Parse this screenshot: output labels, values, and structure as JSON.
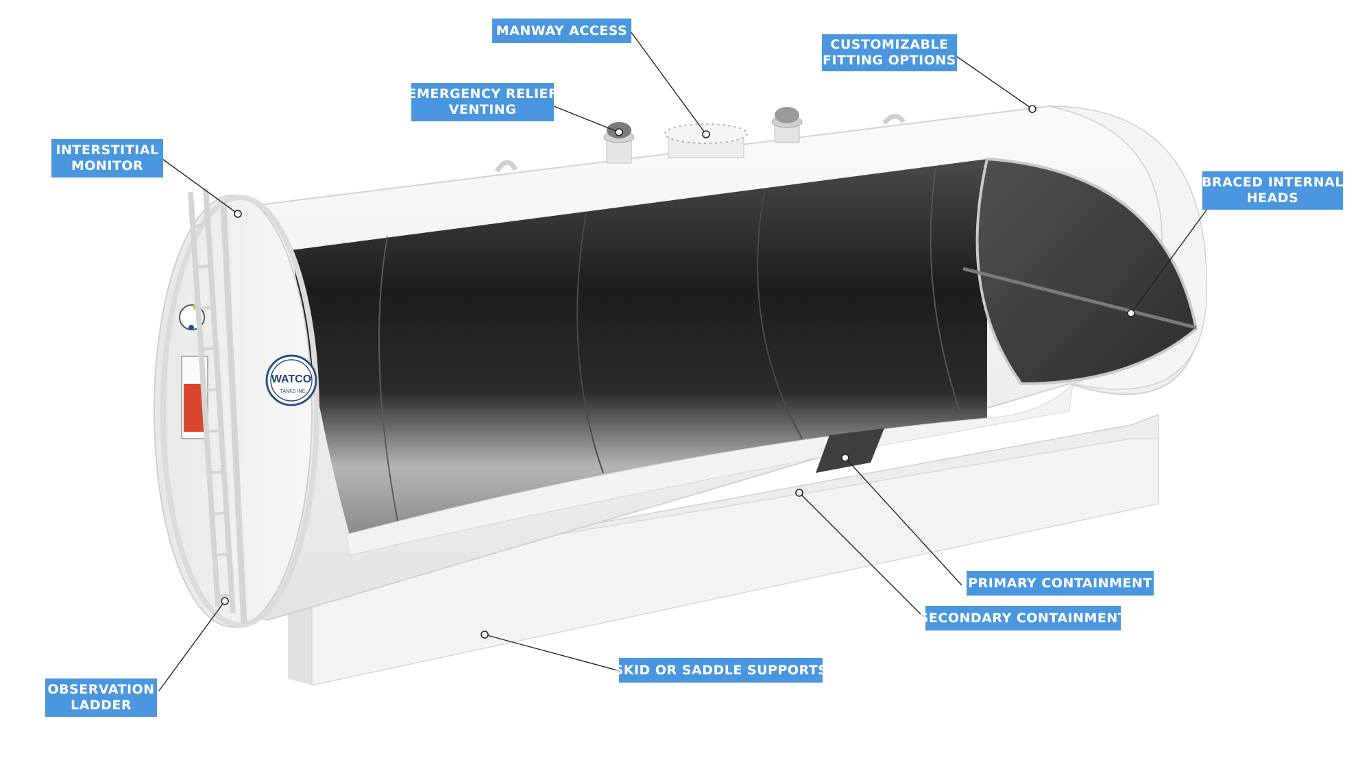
{
  "callouts": {
    "manway": [
      "MANWAY ACCESS"
    ],
    "fitting": [
      "CUSTOMIZABLE",
      "FITTING OPTIONS"
    ],
    "relief": [
      "EMERGENCY RELIEF",
      "VENTING"
    ],
    "monitor": [
      "INTERSTITIAL",
      "MONITOR"
    ],
    "braced": [
      "BRACED INTERNAL",
      "HEADS"
    ],
    "primary": [
      "PRIMARY CONTAINMENT"
    ],
    "secondary": [
      "SECONDARY CONTAINMENT"
    ],
    "skid": [
      "SKID OR SADDLE SUPPORTS"
    ],
    "ladder": [
      "OBSERVATION",
      "LADDER"
    ]
  },
  "logo": {
    "brand": "WATCO",
    "sub": "TANKS INC."
  },
  "colors": {
    "callout_bg": "#4b97df",
    "leader": "#222222",
    "tank": "#f1f1f1",
    "interior": "#3a3a3a"
  }
}
